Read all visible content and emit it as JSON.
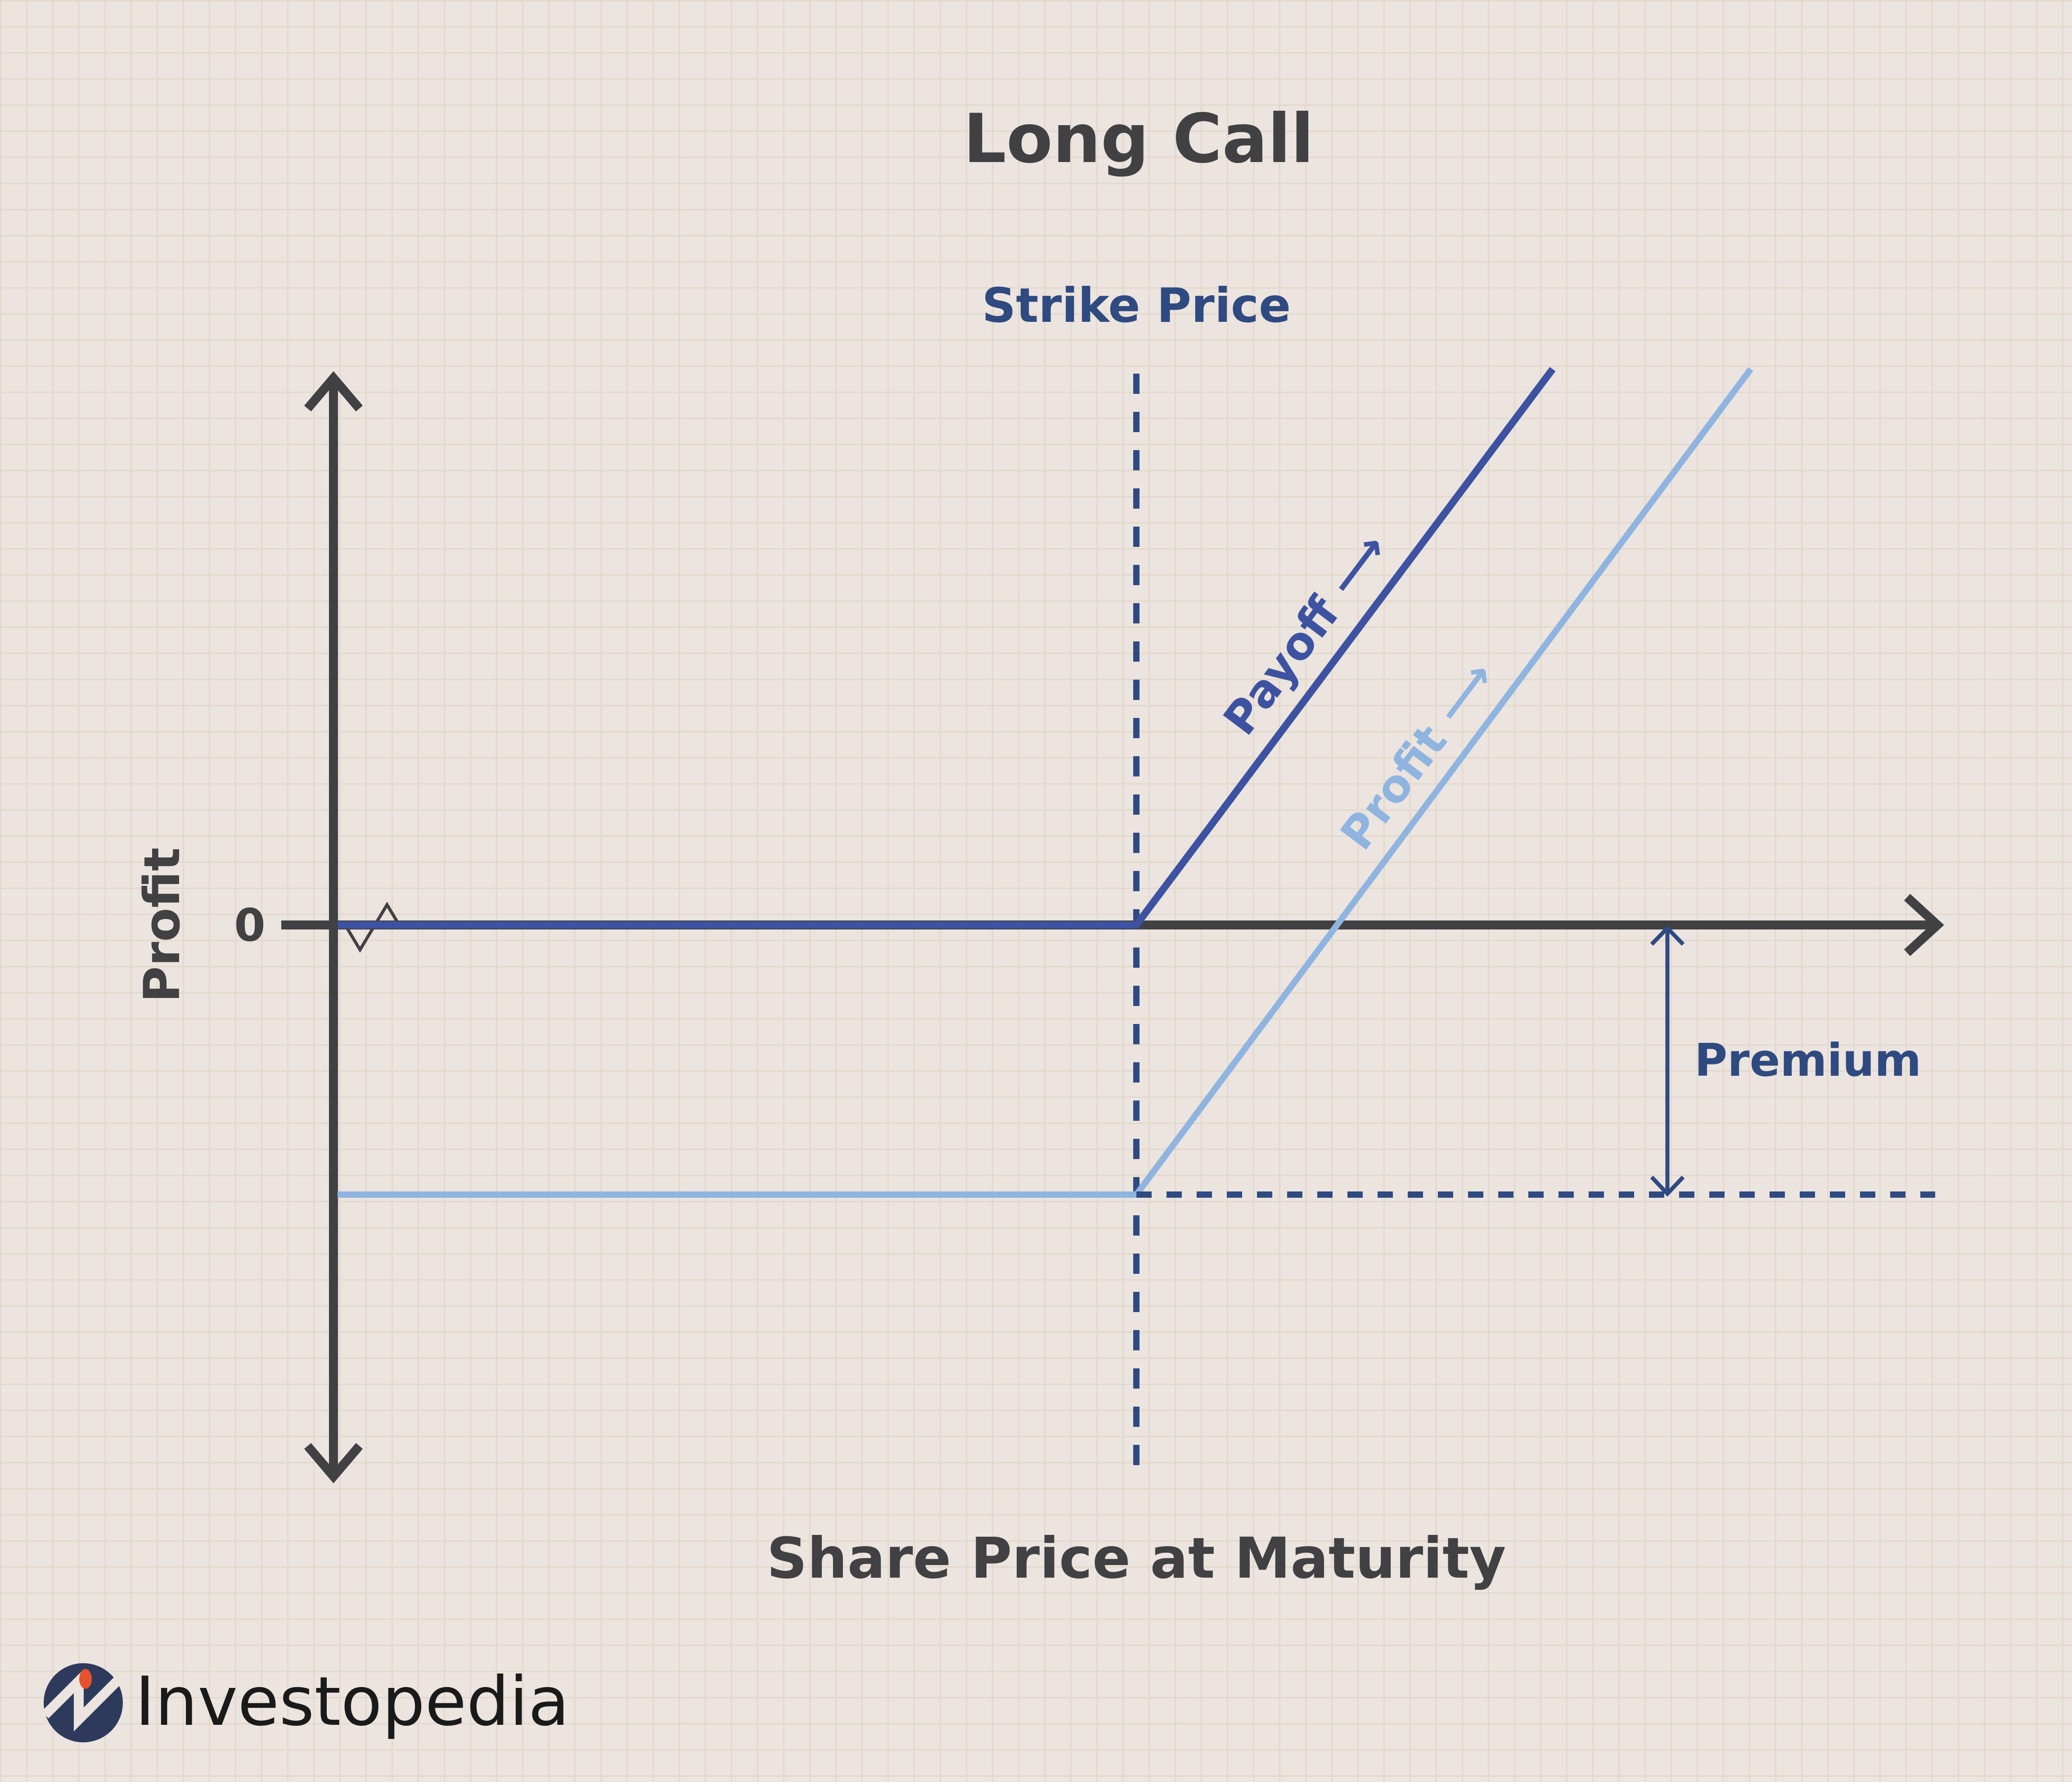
{
  "title": "Long Call",
  "labels": {
    "strike_price": "Strike Price",
    "y_axis": "Profit",
    "zero": "0",
    "x_axis": "Share Price at Maturity",
    "payoff": "Payoff ⟶",
    "profit": "Profit ⟶",
    "premium": "Premium"
  },
  "brand": {
    "name": "Investopedia",
    "icon": "investopedia-logo-icon"
  },
  "colors": {
    "background": "#ebe4df",
    "axis": "#414042",
    "payoff": "#3d52a1",
    "profit": "#8fb4e0",
    "annotation": "#2f4a80",
    "logo_accent": "#e8512d"
  },
  "chart_data": {
    "type": "line",
    "title": "Long Call",
    "xlabel": "Share Price at Maturity",
    "ylabel": "Profit",
    "y_ticks": [
      "0"
    ],
    "annotations": [
      "Strike Price",
      "Premium",
      "Payoff",
      "Profit"
    ],
    "series": [
      {
        "name": "Payoff",
        "points": [
          [
            0,
            0
          ],
          [
            "strike",
            0
          ],
          [
            "strike+large",
            "rises at slope 1"
          ]
        ]
      },
      {
        "name": "Profit",
        "points": [
          [
            0,
            "-premium"
          ],
          [
            "strike",
            "-premium"
          ],
          [
            "strike+premium",
            0
          ],
          [
            "rises at slope 1"
          ]
        ]
      }
    ]
  }
}
